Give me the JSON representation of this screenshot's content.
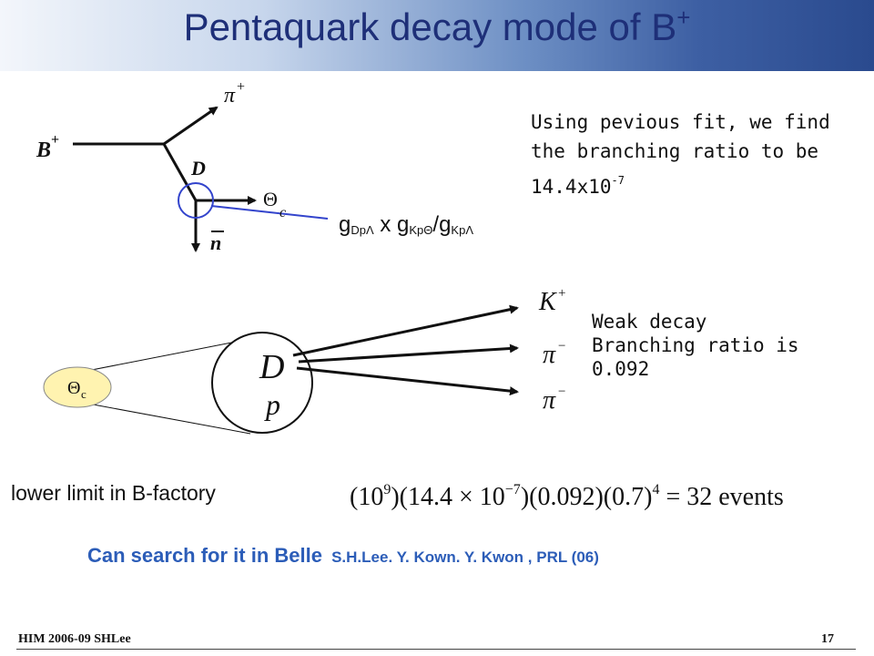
{
  "title": {
    "main": "Pentaquark decay mode of B",
    "sup": "+"
  },
  "feynman": {
    "b_plus": "B",
    "b_plus_sup": "+",
    "pi_plus": "π",
    "pi_plus_sup": "+",
    "d_label": "D",
    "theta_label": "Θ",
    "theta_sub": "c",
    "n_bar": "n"
  },
  "coupling": {
    "g1": "g",
    "g1_sub": "DpΛ",
    "times": " x ",
    "g2": "g",
    "g2_sub": "KpΘ",
    "slash": "/",
    "g3": "g",
    "g3_sub": "KpΛ"
  },
  "fit_text": {
    "line1": "Using pevious fit, we find",
    "line2": " the branching ratio to be",
    "line3_base": " 14.4x10",
    "line3_exp": "-7"
  },
  "decay": {
    "theta_c": "Θ",
    "theta_c_sub": "c",
    "d": "D",
    "p": "p",
    "k_plus": "K",
    "k_plus_sup": "+",
    "pi_minus_1": "π",
    "pi_minus_1_sup": "−",
    "pi_minus_2": "π",
    "pi_minus_2_sup": "−"
  },
  "weak_text": {
    "line1": "Weak decay",
    "line2": "Branching ratio is",
    "line3": "0.092"
  },
  "lower_limit": "lower limit  in B-factory",
  "formula": {
    "f1": "(10",
    "f1_exp": "9",
    "f2": ")(14.4 × 10",
    "f2_exp": "−7",
    "f3": ")(0.092)(0.7)",
    "f3_exp": "4",
    "f4": " = 32  events"
  },
  "belle": {
    "main": "Can search for it in Belle",
    "ref": "S.H.Lee. Y. Kown. Y. Kwon , PRL (06)"
  },
  "footer": {
    "left": "HIM 2006-09 SHLee",
    "right": "17"
  },
  "colors": {
    "title_text": "#1e2f78",
    "belle_text": "#2c5db8",
    "theta_fill": "#fff3b0",
    "circle_blue": "#3344cc"
  }
}
